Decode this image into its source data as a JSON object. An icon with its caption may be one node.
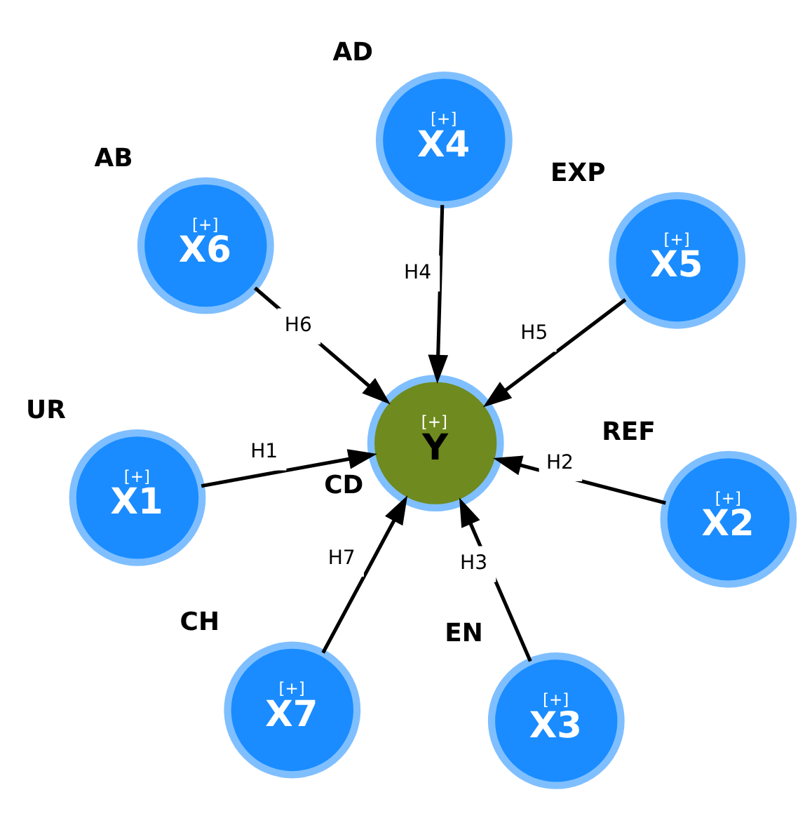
{
  "diagram": {
    "nodes": [
      {
        "text": [
          "[+]",
          "X1"
        ],
        "beside": [
          "UR"
        ]
      },
      {
        "text": [
          "[+]",
          "X2"
        ],
        "beside": [
          "REF"
        ]
      },
      {
        "text": [
          "[+]",
          "X3"
        ],
        "beside": [
          "EN"
        ]
      },
      {
        "text": [
          "[+]",
          "X4"
        ],
        "beside": [
          "AD"
        ]
      },
      {
        "text": [
          "[+]",
          "X5"
        ],
        "beside": [
          "EXP"
        ]
      },
      {
        "text": [
          "[+]",
          "X6"
        ],
        "beside": [
          "AB"
        ]
      },
      {
        "text": [
          "[+]",
          "X7"
        ],
        "beside": [
          "CH"
        ]
      },
      {
        "text": [
          "[+]",
          "Y"
        ],
        "beside": [
          "CD"
        ]
      }
    ],
    "edges": [
      {
        "from": 0,
        "to": 7,
        "arrow": "to",
        "label": "H1"
      },
      {
        "from": 1,
        "to": 7,
        "arrow": "to",
        "label": "H2"
      },
      {
        "from": 2,
        "to": 7,
        "arrow": "to",
        "label": "H3"
      },
      {
        "from": 3,
        "to": 7,
        "arrow": "to",
        "label": "H4"
      },
      {
        "from": 4,
        "to": 7,
        "arrow": "to",
        "label": "H5"
      },
      {
        "from": 5,
        "to": 7,
        "arrow": "to",
        "label": "H6"
      },
      {
        "from": 6,
        "to": 7,
        "arrow": "to",
        "label": "H7"
      }
    ]
  }
}
